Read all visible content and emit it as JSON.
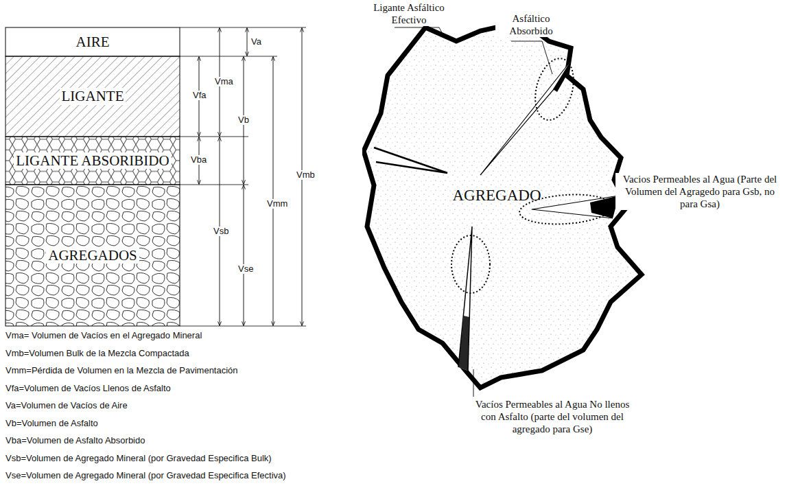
{
  "diagram": {
    "nodes": [
      {
        "text": [
          "AIRE"
        ]
      },
      {
        "text": [
          "LIGANTE"
        ]
      },
      {
        "text": [
          "LIGANTE ABSORIBIDO"
        ]
      },
      {
        "text": [
          "AGREGADOS"
        ]
      },
      {
        "text": [
          "AGREGADO"
        ]
      }
    ],
    "labels": [
      "Va",
      "Vma",
      "Vfa",
      "Vb",
      "Vba",
      "Vmm",
      "Vsb",
      "Vse",
      "Vmb",
      "Vma= Volumen de Vacíos en el Agregado Mineral",
      "Vmb=Volumen Bulk de la Mezcla Compactada",
      "Vmm=Pérdida de Volumen en la Mezcla de Pavimentación",
      "Vfa=Volumen de Vacíos Llenos de Asfalto",
      "Va=Volumen de Vacíos de Aire",
      "Vb=Volumen de Asfalto",
      "Vba=Volumen de Asfalto Absorbido",
      "Vsb=Volumen de Agregado Mineral (por Gravedad Especifica Bulk)",
      "Vse=Volumen de Agregado Mineral (por Gravedad Especifica Efectiva)",
      "Ligante Asfáltico Efectivo",
      "Asfáltico Absorbido",
      "Vacios Permeables al Agua (Parte del Volumen del Agragedo para Gsb, no para Gsa)",
      "Vacíos Permeables al Agua No llenos con Asfalto (parte del volumen del agregado para Gse)"
    ]
  }
}
